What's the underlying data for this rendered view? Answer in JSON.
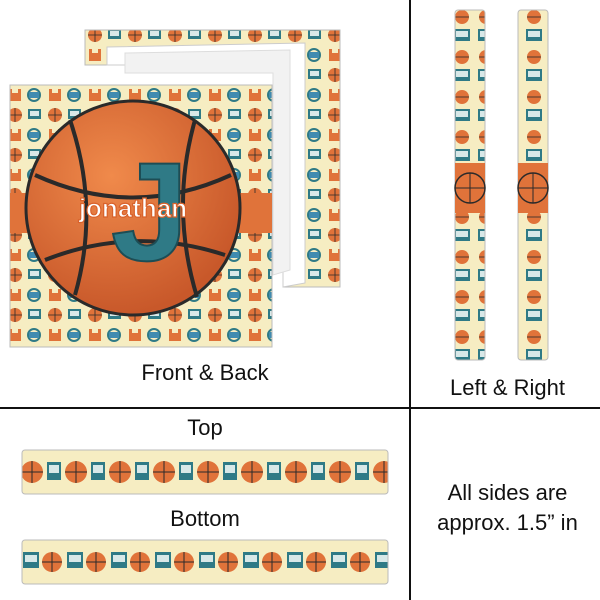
{
  "labels": {
    "front_back": "Front & Back",
    "left_right": "Left & Right",
    "top": "Top",
    "bottom": "Bottom",
    "all_sides_line1": "All sides are",
    "all_sides_line2": "approx. 1.5” in"
  },
  "product": {
    "name_on_print": "jonathan",
    "initial": "J"
  },
  "colors": {
    "background_pattern": "#f6edc2",
    "orange": "#e0733a",
    "teal": "#2f7a86",
    "dark": "#2a2a2a",
    "blue": "#3f8bb0",
    "yellow": "#e8c14a"
  }
}
